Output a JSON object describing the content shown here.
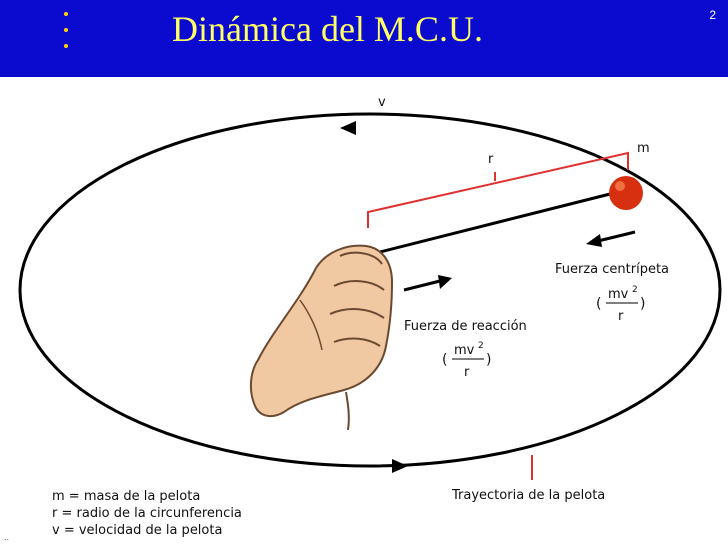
{
  "slide": {
    "title": "Dinámica del M.C.U.",
    "number": "2",
    "corner_mark": "..",
    "accent_color": "#0b0bd0",
    "title_color": "#ffff66"
  },
  "diagram": {
    "label_v": "v",
    "label_r": "r",
    "label_m": "m",
    "centripeta_label": "Fuerza centrípeta",
    "reaccion_label": "Fuerza de reacción",
    "formula_numerator": "mv",
    "formula_exponent": "2",
    "formula_denominator": "r",
    "paren_open": "(",
    "paren_close": ")",
    "trayectoria_label": "Trayectoria de la pelota",
    "ball_color": "#d63010",
    "line_color": "#e03030"
  },
  "legend": {
    "m": "m = masa de la pelota",
    "r": "r  = radio de la circunferencia",
    "v": "v  = velocidad de la pelota"
  }
}
